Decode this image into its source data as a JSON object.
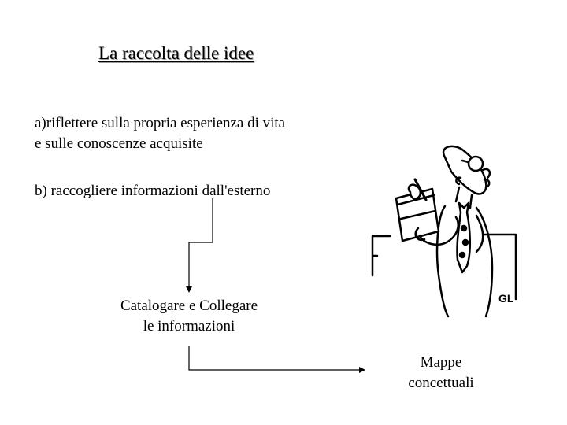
{
  "slide": {
    "title": "La raccolta delle idee",
    "point_a": {
      "line1": "a)riflettere sulla propria esperienza di vita",
      "line2": "e sulle conoscenze acquisite"
    },
    "point_b": "b) raccogliere informazioni dall'esterno",
    "step_catalog": {
      "line1": "Catalogare e Collegare",
      "line2": "le informazioni"
    },
    "step_maps": {
      "line1": "Mappe",
      "line2": "concettuali"
    }
  },
  "illustration": {
    "subject": "cartoon man with glasses writing on a notepad",
    "signature": "GL"
  },
  "colors": {
    "text": "#000000",
    "background": "#ffffff",
    "title_shadow": "#9a9a9a"
  }
}
